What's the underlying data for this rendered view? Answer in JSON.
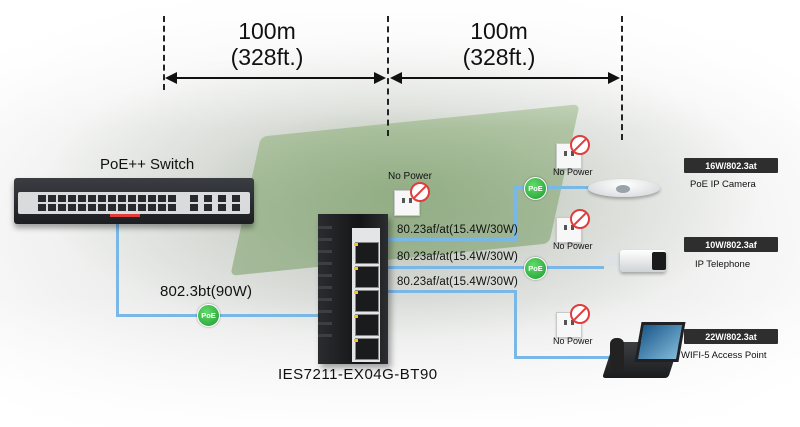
{
  "distance_left": {
    "meters": "100m",
    "feet": "(328ft.)"
  },
  "distance_right": {
    "meters": "100m",
    "feet": "(328ft.)"
  },
  "switch_label": "PoE++ Switch",
  "uplink_label": "802.3bt(90W)",
  "uplink_poe_badge": "PoE",
  "device_model": "IES7211-EX04G-BT90",
  "no_power_main": "No Power",
  "port_labels": [
    "80.23af/at(15.4W/30W)",
    "80.23af/at(15.4W/30W)",
    "80.23af/at(15.4W/30W)"
  ],
  "poe_badges": [
    "PoE",
    "PoE"
  ],
  "no_power_devices": [
    "No Power",
    "No Power",
    "No Power"
  ],
  "devices": [
    {
      "tag": "16W/802.3at",
      "name": "PoE IP Camera",
      "icon": "dome-camera-icon"
    },
    {
      "tag": "10W/802.3af",
      "name": "IP Telephone",
      "icon": "bullet-camera-icon"
    },
    {
      "tag": "22W/802.3at",
      "name": "WIFI-5 Access Point",
      "icon": "ip-phone-icon"
    }
  ],
  "colors": {
    "cable": "#79b7e6",
    "poe_green": "#1f9b2e",
    "no_power_red": "#e23b3b",
    "tag_bg": "#2e2e2e"
  }
}
